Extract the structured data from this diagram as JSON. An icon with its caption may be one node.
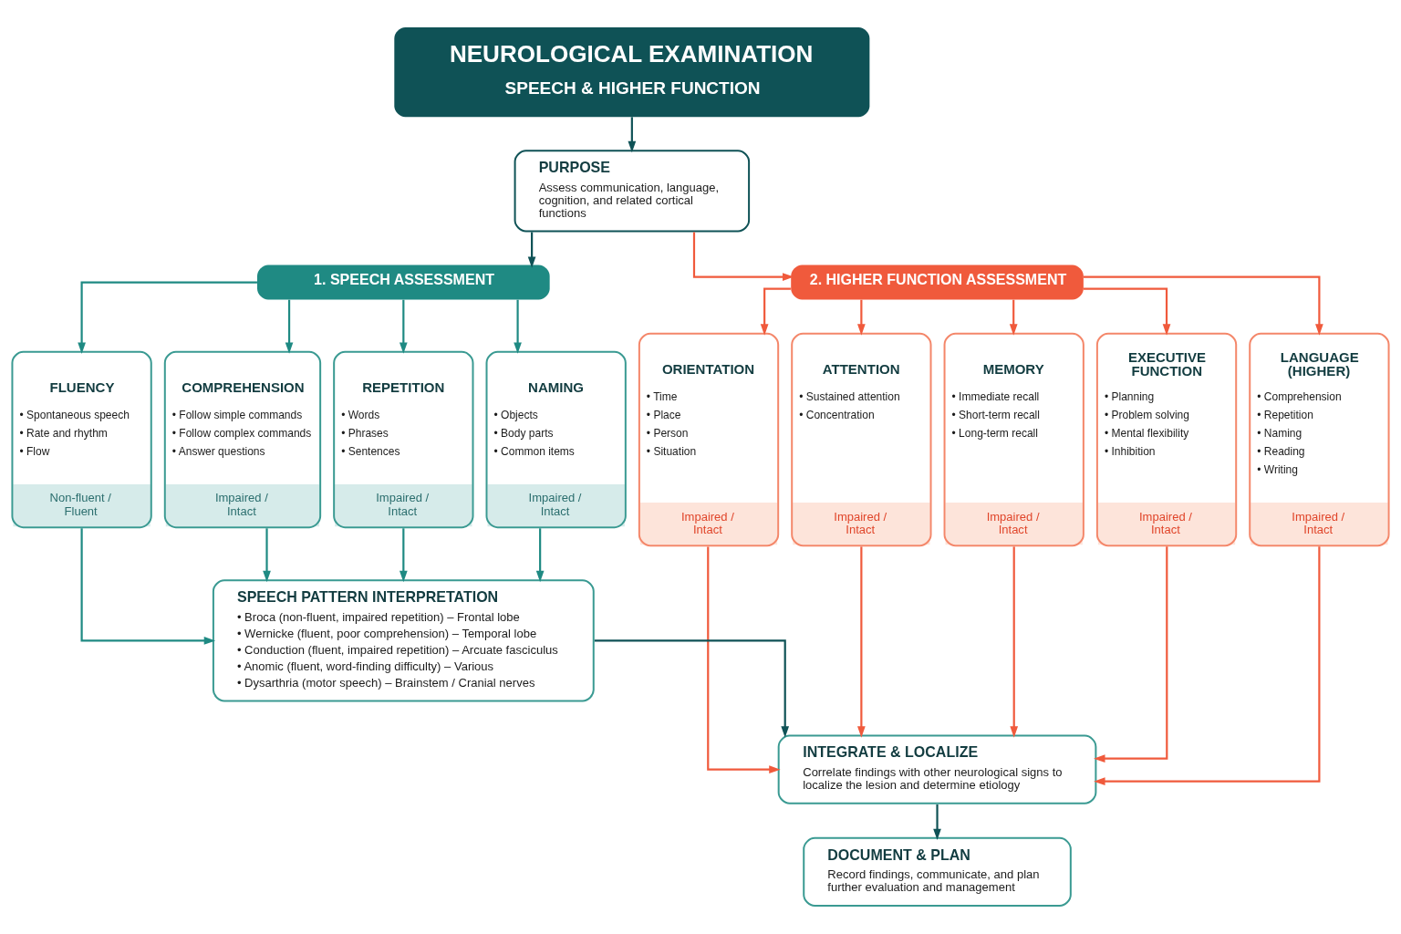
{
  "diagram": {
    "nodes": [
      {
        "text": [
          "NEUROLOGICAL EXAMINATION",
          "SPEECH & HIGHER FUNCTION"
        ]
      },
      {
        "text": [
          "PURPOSE",
          "Assess communication, language, cognition, and related cortical functions"
        ]
      },
      {
        "text": [
          "1. SPEECH ASSESSMENT"
        ]
      },
      {
        "text": [
          "2. HIGHER FUNCTION ASSESSMENT"
        ]
      },
      {
        "text": [
          "FLUENCY",
          "• Spontaneous speech",
          "• Rate and rhythm",
          "• Flow",
          "Non-fluent / Fluent"
        ]
      },
      {
        "text": [
          "COMPREHENSION",
          "• Follow simple commands",
          "• Follow complex commands",
          "• Answer questions",
          "Impaired / Intact"
        ]
      },
      {
        "text": [
          "REPETITION",
          "• Words",
          "• Phrases",
          "• Sentences",
          "Impaired / Intact"
        ]
      },
      {
        "text": [
          "NAMING",
          "• Objects",
          "• Body parts",
          "• Common items",
          "Impaired / Intact"
        ]
      },
      {
        "text": [
          "ORIENTATION",
          "• Time",
          "• Place",
          "• Person",
          "• Situation",
          "Impaired / Intact"
        ]
      },
      {
        "text": [
          "ATTENTION",
          "• Sustained attention",
          "• Concentration",
          "Impaired / Intact"
        ]
      },
      {
        "text": [
          "MEMORY",
          "• Immediate recall",
          "• Short-term recall",
          "• Long-term recall",
          "Impaired / Intact"
        ]
      },
      {
        "text": [
          "EXECUTIVE FUNCTION",
          "• Planning",
          "• Problem solving",
          "• Mental flexibility",
          "• Inhibition",
          "Impaired / Intact"
        ]
      },
      {
        "text": [
          "LANGUAGE (HIGHER)",
          "• Comprehension",
          "• Repetition",
          "• Naming",
          "• Reading",
          "• Writing",
          "Impaired / Intact"
        ]
      },
      {
        "text": [
          "SPEECH PATTERN INTERPRETATION",
          "• Broca (non-fluent, impaired repetition) – Frontal lobe",
          "• Wernicke (fluent, poor comprehension) – Temporal lobe",
          "• Conduction (fluent, impaired repetition) – Arcuate fasciculus",
          "• Anomic (fluent, word-finding difficulty) – Various",
          "• Dysarthria (motor speech) – Brainstem / Cranial nerves"
        ]
      },
      {
        "text": [
          "INTEGRATE & LOCALIZE",
          "Correlate findings with other neurological signs to localize the lesion and determine etiology"
        ]
      },
      {
        "text": [
          "DOCUMENT & PLAN",
          "Record findings, communicate, and plan further evaluation and management"
        ]
      }
    ],
    "edges": [
      {
        "from": 0,
        "to": 1,
        "arrow": "to",
        "color": "#0f5256"
      },
      {
        "from": 1,
        "to": 2,
        "arrow": "to",
        "color": "#0f5256"
      },
      {
        "from": 1,
        "to": 3,
        "arrow": "to"
      },
      {
        "from": 2,
        "to": 4,
        "arrow": "to",
        "color": "#1f8a83"
      },
      {
        "from": 2,
        "to": 5,
        "arrow": "to",
        "color": "#1f8a83"
      },
      {
        "from": 2,
        "to": 6,
        "arrow": "to",
        "color": "#1f8a83"
      },
      {
        "from": 2,
        "to": 7,
        "arrow": "to",
        "color": "#1f8a83"
      },
      {
        "from": 3,
        "to": 8,
        "arrow": "to"
      },
      {
        "from": 3,
        "to": 9,
        "arrow": "to"
      },
      {
        "from": 3,
        "to": 10,
        "arrow": "to"
      },
      {
        "from": 3,
        "to": 11,
        "arrow": "to"
      },
      {
        "from": 3,
        "to": 12,
        "arrow": "to"
      },
      {
        "from": 4,
        "to": 13,
        "arrow": "to",
        "color": "#1f8a83"
      },
      {
        "from": 5,
        "to": 13,
        "arrow": "to",
        "color": "#1f8a83"
      },
      {
        "from": 6,
        "to": 13,
        "arrow": "to",
        "color": "#1f8a83"
      },
      {
        "from": 7,
        "to": 13,
        "arrow": "to",
        "color": "#1f8a83"
      },
      {
        "from": 8,
        "to": 14,
        "arrow": "to"
      },
      {
        "from": 9,
        "to": 14,
        "arrow": "to"
      },
      {
        "from": 10,
        "to": 14,
        "arrow": "to"
      },
      {
        "from": 11,
        "to": 14,
        "arrow": "to"
      },
      {
        "from": 12,
        "to": 14,
        "arrow": "to"
      },
      {
        "from": 13,
        "to": 14,
        "arrow": "to",
        "color": "#0f5256"
      },
      {
        "from": 14,
        "to": 15,
        "arrow": "to",
        "color": "#0f5256"
      }
    ]
  }
}
